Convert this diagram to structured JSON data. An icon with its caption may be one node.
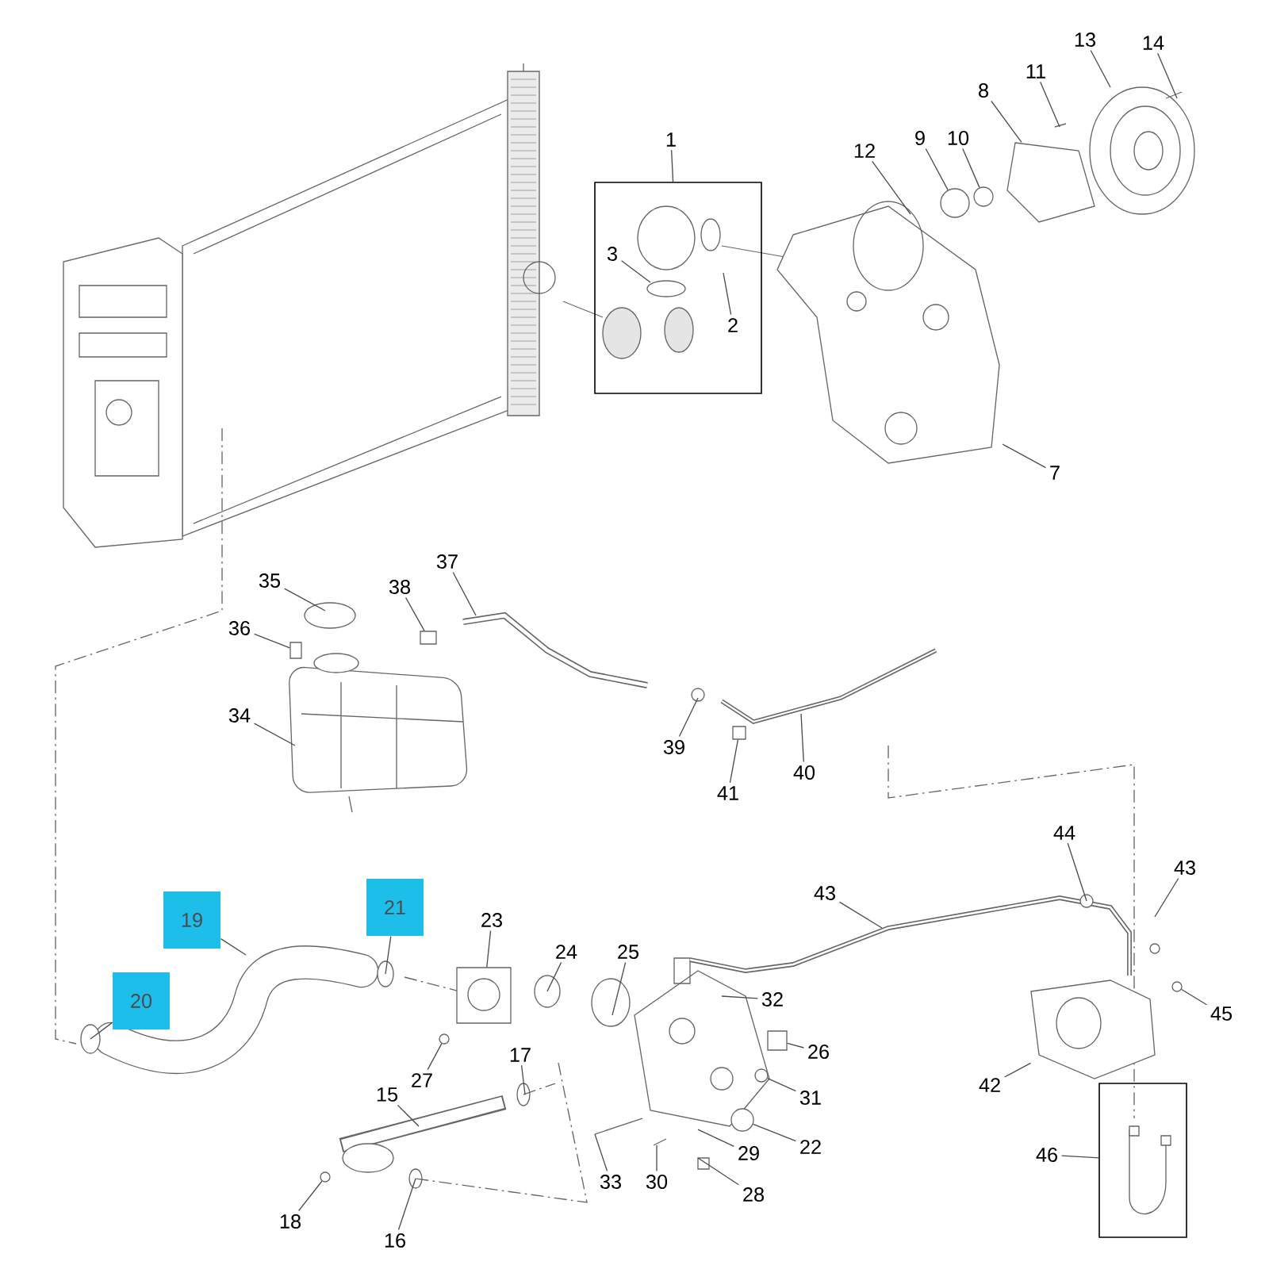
{
  "diagram": {
    "nodes": [
      {
        "text": [
          "1"
        ]
      },
      {
        "text": [],
        "shape": "box"
      },
      {
        "text": [
          "2"
        ],
        "in": 1
      },
      {
        "text": [
          "3"
        ],
        "in": 1
      },
      {
        "text": [
          "13"
        ]
      },
      {
        "text": [
          "14"
        ]
      },
      {
        "text": [
          "11"
        ]
      },
      {
        "text": [
          "8"
        ]
      },
      {
        "text": [
          "9"
        ]
      },
      {
        "text": [
          "10"
        ]
      },
      {
        "text": [
          "12"
        ]
      },
      {
        "text": [
          "7"
        ]
      },
      {
        "text": [
          "37"
        ]
      },
      {
        "text": [
          "35"
        ]
      },
      {
        "text": [
          "38"
        ]
      },
      {
        "text": [
          "36"
        ]
      },
      {
        "text": [
          "34"
        ]
      },
      {
        "text": [
          "39"
        ]
      },
      {
        "text": [
          "40"
        ]
      },
      {
        "text": [
          "41"
        ]
      },
      {
        "text": [
          "44"
        ]
      },
      {
        "text": [
          "43"
        ]
      },
      {
        "text": [
          "43"
        ]
      },
      {
        "text": [
          "21"
        ]
      },
      {
        "text": [
          "19"
        ]
      },
      {
        "text": [
          "23"
        ]
      },
      {
        "text": [
          "24"
        ]
      },
      {
        "text": [
          "25"
        ]
      },
      {
        "text": [
          "32"
        ]
      },
      {
        "text": [
          "20"
        ]
      },
      {
        "text": [
          "45"
        ]
      },
      {
        "text": [
          "26"
        ]
      },
      {
        "text": [
          "17"
        ]
      },
      {
        "text": [
          "27"
        ]
      },
      {
        "text": [
          "42"
        ]
      },
      {
        "text": [
          "15"
        ]
      },
      {
        "text": [
          "31"
        ]
      },
      {
        "text": [],
        "shape": "box"
      },
      {
        "text": [
          "22"
        ]
      },
      {
        "text": [
          "29"
        ]
      },
      {
        "text": [
          "46"
        ]
      },
      {
        "text": [
          "30"
        ]
      },
      {
        "text": [
          "33"
        ]
      },
      {
        "text": [
          "28"
        ]
      },
      {
        "text": [
          "18"
        ]
      },
      {
        "text": [
          "16"
        ]
      },
      {
        "text": [],
        "shape": "picture"
      },
      {
        "text": [],
        "shape": "picture"
      },
      {
        "text": [],
        "shape": "picture"
      },
      {
        "text": [],
        "shape": "box"
      },
      {
        "text": [],
        "shape": "box"
      },
      {
        "text": [],
        "shape": "box"
      },
      {
        "text": [],
        "shape": "circle"
      },
      {
        "text": [],
        "shape": "circle"
      },
      {
        "text": [],
        "shape": "circle"
      },
      {
        "text": [],
        "shape": "circle"
      },
      {
        "text": [],
        "shape": "circle"
      },
      {
        "text": [],
        "shape": "box"
      },
      {
        "text": [],
        "shape": "circle"
      },
      {
        "text": [],
        "shape": "circle"
      }
    ],
    "edges": [
      {
        "from": 0,
        "to": 1,
        "arrow": "none"
      },
      {
        "from": 2,
        "to": null,
        "arrow": "none"
      },
      {
        "from": 3,
        "to": null,
        "arrow": "none"
      },
      {
        "from": 4,
        "to": null,
        "arrow": "none"
      },
      {
        "from": 5,
        "to": null,
        "arrow": "none"
      },
      {
        "from": 6,
        "to": null,
        "arrow": "none"
      },
      {
        "from": 7,
        "to": 46,
        "arrow": "none"
      },
      {
        "from": 8,
        "to": 59,
        "arrow": "none"
      },
      {
        "from": 9,
        "to": 56,
        "arrow": "none"
      },
      {
        "from": 10,
        "to": null,
        "arrow": "none"
      },
      {
        "from": 11,
        "to": null,
        "arrow": "none"
      },
      {
        "from": 12,
        "to": null,
        "arrow": "none"
      },
      {
        "from": 13,
        "to": null,
        "arrow": "none"
      },
      {
        "from": 14,
        "to": 49,
        "arrow": "none"
      },
      {
        "from": 15,
        "to": 50,
        "arrow": "none"
      },
      {
        "from": 16,
        "to": null,
        "arrow": "none"
      },
      {
        "from": 17,
        "to": null,
        "arrow": "none"
      },
      {
        "from": 18,
        "to": null,
        "arrow": "none"
      },
      {
        "from": 19,
        "to": 51,
        "arrow": "none"
      },
      {
        "from": 20,
        "to": null,
        "arrow": "none"
      },
      {
        "from": 21,
        "to": null,
        "arrow": "none"
      },
      {
        "from": 22,
        "to": null,
        "arrow": "none"
      },
      {
        "from": 23,
        "to": null,
        "arrow": "none"
      },
      {
        "from": 24,
        "to": null,
        "arrow": "none"
      },
      {
        "from": 25,
        "to": 47,
        "arrow": "none"
      },
      {
        "from": 26,
        "to": null,
        "arrow": "none"
      },
      {
        "from": 27,
        "to": null,
        "arrow": "none"
      },
      {
        "from": 28,
        "to": null,
        "arrow": "none"
      },
      {
        "from": 29,
        "to": null,
        "arrow": "none"
      },
      {
        "from": 30,
        "to": 52,
        "arrow": "none"
      },
      {
        "from": 31,
        "to": 57,
        "arrow": "none"
      },
      {
        "from": 32,
        "to": null,
        "arrow": "none"
      },
      {
        "from": 33,
        "to": 53,
        "arrow": "none"
      },
      {
        "from": 34,
        "to": 48,
        "arrow": "none"
      },
      {
        "from": 35,
        "to": null,
        "arrow": "none"
      },
      {
        "from": 36,
        "to": 54,
        "arrow": "none"
      },
      {
        "from": 38,
        "to": 58,
        "arrow": "none"
      },
      {
        "from": 39,
        "to": null,
        "arrow": "none"
      },
      {
        "from": 40,
        "to": 37,
        "arrow": "none"
      },
      {
        "from": 41,
        "to": null,
        "arrow": "none"
      },
      {
        "from": 42,
        "to": null,
        "arrow": "none"
      },
      {
        "from": 43,
        "to": null,
        "arrow": "none"
      },
      {
        "from": 44,
        "to": 55,
        "arrow": "none"
      },
      {
        "from": 45,
        "to": null,
        "arrow": "none"
      }
    ]
  }
}
